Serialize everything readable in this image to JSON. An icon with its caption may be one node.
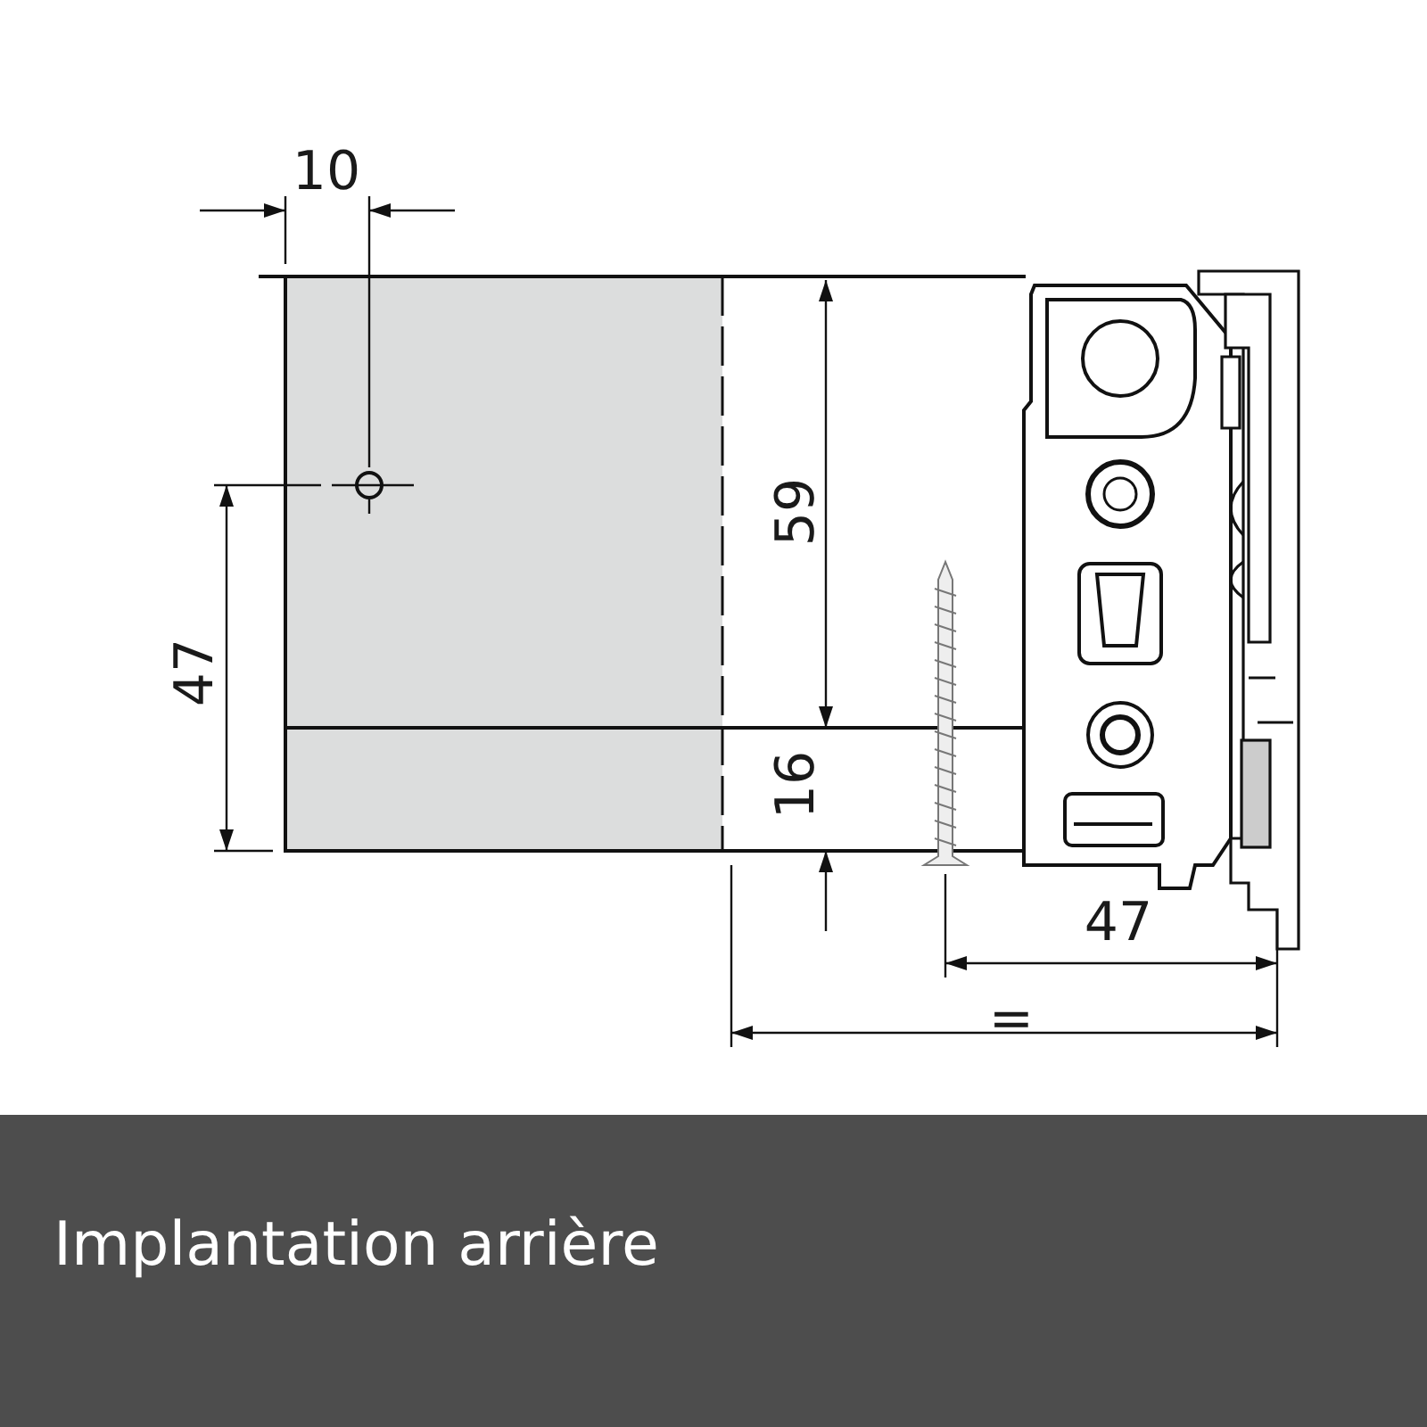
{
  "diagram": {
    "caption": "Implantation arrière",
    "labels": [
      "10",
      "59",
      "47",
      "16",
      "47",
      "="
    ]
  }
}
